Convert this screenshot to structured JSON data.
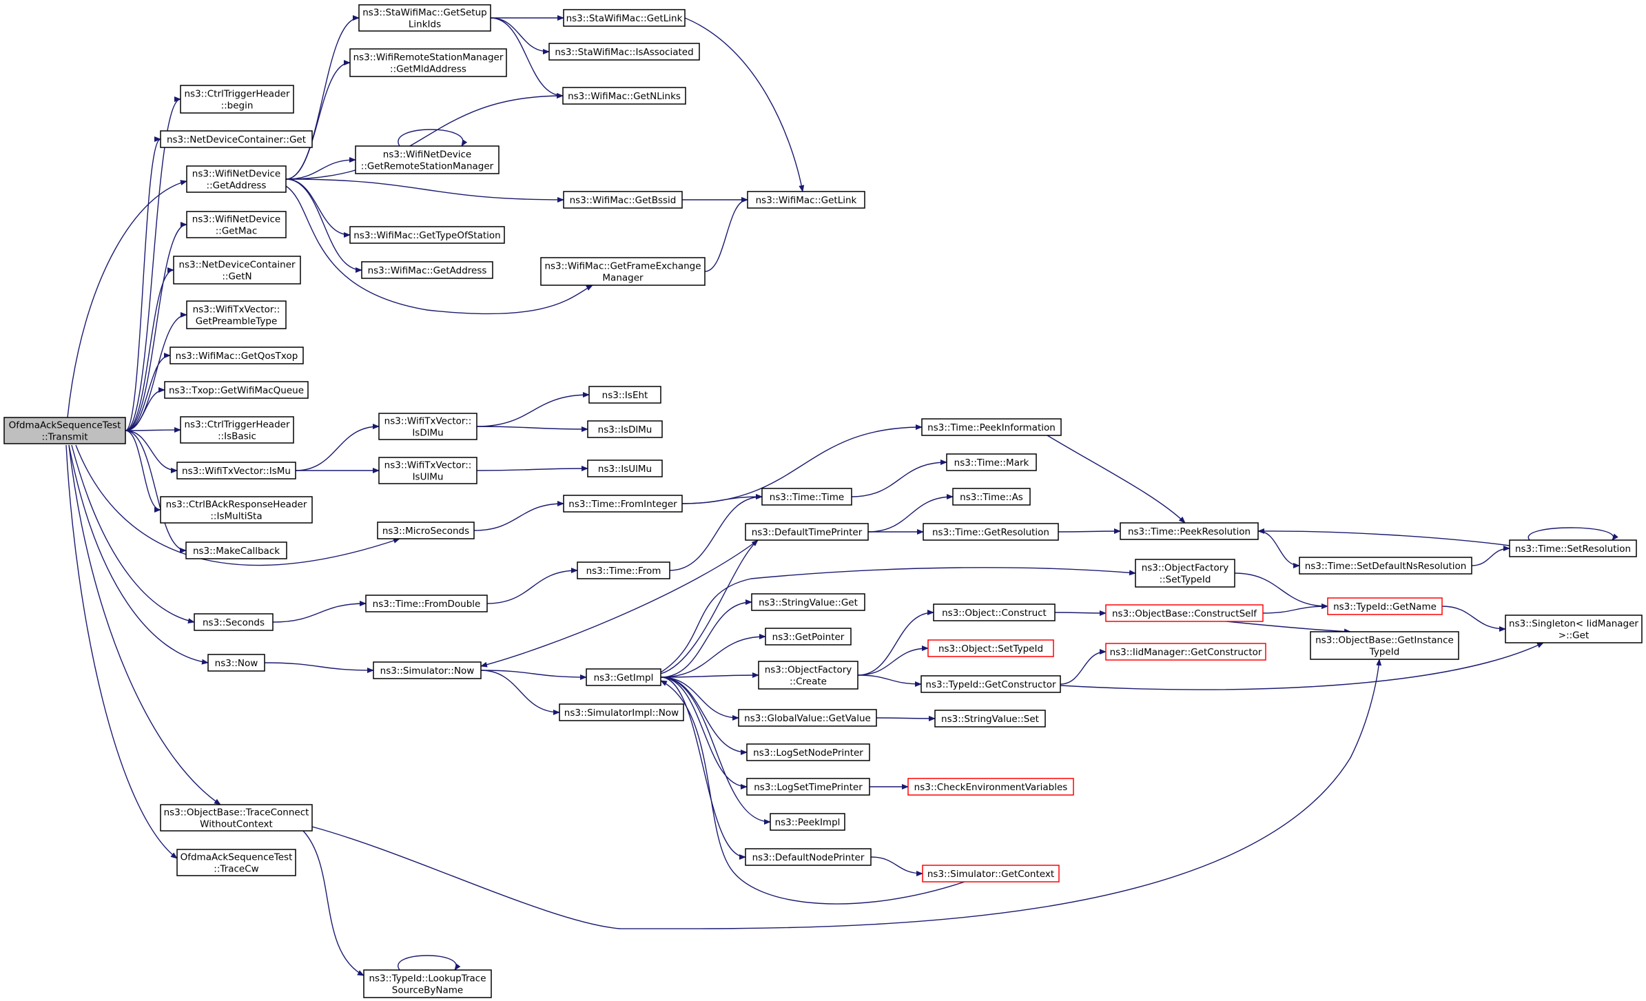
{
  "diagram": {
    "title": "",
    "nodes": [
      {
        "id": "root",
        "lines": [
          "OfdmaAckSequenceTest",
          "::Transmit"
        ],
        "style": "root"
      },
      {
        "id": "ctrl_begin",
        "lines": [
          "ns3::CtrlTriggerHeader",
          "::begin"
        ]
      },
      {
        "id": "ndc_get",
        "lines": [
          "ns3::NetDeviceContainer::Get"
        ]
      },
      {
        "id": "wnd_getaddress",
        "lines": [
          "ns3::WifiNetDevice",
          "::GetAddress"
        ]
      },
      {
        "id": "wnd_getmac",
        "lines": [
          "ns3::WifiNetDevice",
          "::GetMac"
        ]
      },
      {
        "id": "ndc_getn",
        "lines": [
          "ns3::NetDeviceContainer",
          "::GetN"
        ]
      },
      {
        "id": "txv_preamble",
        "lines": [
          "ns3::WifiTxVector::",
          "GetPreambleType"
        ]
      },
      {
        "id": "mac_qostxop",
        "lines": [
          "ns3::WifiMac::GetQosTxop"
        ]
      },
      {
        "id": "txop_queue",
        "lines": [
          "ns3::Txop::GetWifiMacQueue"
        ]
      },
      {
        "id": "ctrl_isbasic",
        "lines": [
          "ns3::CtrlTriggerHeader",
          "::IsBasic"
        ]
      },
      {
        "id": "txv_ismu",
        "lines": [
          "ns3::WifiTxVector::IsMu"
        ]
      },
      {
        "id": "back_multista",
        "lines": [
          "ns3::CtrlBAckResponseHeader",
          "::IsMultiSta"
        ]
      },
      {
        "id": "makecallback",
        "lines": [
          "ns3::MakeCallback"
        ]
      },
      {
        "id": "microseconds",
        "lines": [
          "ns3::MicroSeconds"
        ]
      },
      {
        "id": "seconds",
        "lines": [
          "ns3::Seconds"
        ]
      },
      {
        "id": "now",
        "lines": [
          "ns3::Now"
        ]
      },
      {
        "id": "traceconnect",
        "lines": [
          "ns3::ObjectBase::TraceConnect",
          "WithoutContext"
        ]
      },
      {
        "id": "tracecw",
        "lines": [
          "OfdmaAckSequenceTest",
          "::TraceCw"
        ]
      },
      {
        "id": "sta_setuplinkids",
        "lines": [
          "ns3::StaWifiMac::GetSetup",
          "LinkIds"
        ]
      },
      {
        "id": "rsm_getmld",
        "lines": [
          "ns3::WifiRemoteStationManager",
          "::GetMldAddress"
        ]
      },
      {
        "id": "wnd_getrsm",
        "lines": [
          "ns3::WifiNetDevice",
          "::GetRemoteStationManager"
        ]
      },
      {
        "id": "mac_typeofstation",
        "lines": [
          "ns3::WifiMac::GetTypeOfStation"
        ]
      },
      {
        "id": "mac_getaddress",
        "lines": [
          "ns3::WifiMac::GetAddress"
        ]
      },
      {
        "id": "sta_getlink",
        "lines": [
          "ns3::StaWifiMac::GetLink"
        ]
      },
      {
        "id": "sta_isassociated",
        "lines": [
          "ns3::StaWifiMac::IsAssociated"
        ]
      },
      {
        "id": "mac_getnlinks",
        "lines": [
          "ns3::WifiMac::GetNLinks"
        ]
      },
      {
        "id": "mac_getbssid",
        "lines": [
          "ns3::WifiMac::GetBssid"
        ]
      },
      {
        "id": "mac_getlink",
        "lines": [
          "ns3::WifiMac::GetLink"
        ]
      },
      {
        "id": "mac_getfem",
        "lines": [
          "ns3::WifiMac::GetFrameExchange",
          "Manager"
        ]
      },
      {
        "id": "txv_isdlmu",
        "lines": [
          "ns3::WifiTxVector::",
          "IsDlMu"
        ]
      },
      {
        "id": "txv_isulmu",
        "lines": [
          "ns3::WifiTxVector::",
          "IsUlMu"
        ]
      },
      {
        "id": "iseht",
        "lines": [
          "ns3::IsEht"
        ]
      },
      {
        "id": "isdlmu",
        "lines": [
          "ns3::IsDlMu"
        ]
      },
      {
        "id": "isulmu",
        "lines": [
          "ns3::IsUlMu"
        ]
      },
      {
        "id": "time_frominteger",
        "lines": [
          "ns3::Time::FromInteger"
        ]
      },
      {
        "id": "time_fromdouble",
        "lines": [
          "ns3::Time::FromDouble"
        ]
      },
      {
        "id": "time_from",
        "lines": [
          "ns3::Time::From"
        ]
      },
      {
        "id": "time_time",
        "lines": [
          "ns3::Time::Time"
        ]
      },
      {
        "id": "time_peekinfo",
        "lines": [
          "ns3::Time::PeekInformation"
        ]
      },
      {
        "id": "time_mark",
        "lines": [
          "ns3::Time::Mark"
        ]
      },
      {
        "id": "time_as",
        "lines": [
          "ns3::Time::As"
        ]
      },
      {
        "id": "time_getres",
        "lines": [
          "ns3::Time::GetResolution"
        ]
      },
      {
        "id": "time_peekres",
        "lines": [
          "ns3::Time::PeekResolution"
        ]
      },
      {
        "id": "time_setdefaultns",
        "lines": [
          "ns3::Time::SetDefaultNsResolution"
        ]
      },
      {
        "id": "time_setres",
        "lines": [
          "ns3::Time::SetResolution"
        ]
      },
      {
        "id": "defaulttimeprinter",
        "lines": [
          "ns3::DefaultTimePrinter"
        ]
      },
      {
        "id": "simulator_now",
        "lines": [
          "ns3::Simulator::Now"
        ]
      },
      {
        "id": "getimpl",
        "lines": [
          "ns3::GetImpl"
        ]
      },
      {
        "id": "simimpl_now",
        "lines": [
          "ns3::SimulatorImpl::Now"
        ]
      },
      {
        "id": "stringvalue_get",
        "lines": [
          "ns3::StringValue::Get"
        ]
      },
      {
        "id": "getpointer",
        "lines": [
          "ns3::GetPointer"
        ]
      },
      {
        "id": "of_create",
        "lines": [
          "ns3::ObjectFactory",
          "::Create"
        ]
      },
      {
        "id": "gv_getvalue",
        "lines": [
          "ns3::GlobalValue::GetValue"
        ]
      },
      {
        "id": "logsetnodeprinter",
        "lines": [
          "ns3::LogSetNodePrinter"
        ]
      },
      {
        "id": "logsettimeprinter",
        "lines": [
          "ns3::LogSetTimePrinter"
        ]
      },
      {
        "id": "peekimpl",
        "lines": [
          "ns3::PeekImpl"
        ]
      },
      {
        "id": "defaultnodeprinter",
        "lines": [
          "ns3::DefaultNodePrinter"
        ]
      },
      {
        "id": "object_construct",
        "lines": [
          "ns3::Object::Construct"
        ]
      },
      {
        "id": "object_settypeid",
        "lines": [
          "ns3::Object::SetTypeId"
        ],
        "style": "red"
      },
      {
        "id": "typeid_getctor",
        "lines": [
          "ns3::TypeId::GetConstructor"
        ]
      },
      {
        "id": "stringvalue_set",
        "lines": [
          "ns3::StringValue::Set"
        ]
      },
      {
        "id": "checkenv",
        "lines": [
          "ns3::CheckEnvironmentVariables"
        ],
        "style": "red"
      },
      {
        "id": "simulator_getcontext",
        "lines": [
          "ns3::Simulator::GetContext"
        ],
        "style": "red"
      },
      {
        "id": "of_settypeid",
        "lines": [
          "ns3::ObjectFactory",
          "::SetTypeId"
        ]
      },
      {
        "id": "ob_constructself",
        "lines": [
          "ns3::ObjectBase::ConstructSelf"
        ],
        "style": "red"
      },
      {
        "id": "iid_getctor",
        "lines": [
          "ns3::IidManager::GetConstructor"
        ],
        "style": "red"
      },
      {
        "id": "typeid_getname",
        "lines": [
          "ns3::TypeId::GetName"
        ],
        "style": "red"
      },
      {
        "id": "ob_getinstance",
        "lines": [
          "ns3::ObjectBase::GetInstance",
          "TypeId"
        ]
      },
      {
        "id": "singleton_get",
        "lines": [
          "ns3::Singleton< IidManager",
          ">::Get"
        ]
      },
      {
        "id": "lookuptrace",
        "lines": [
          "ns3::TypeId::LookupTrace",
          "SourceByName"
        ]
      }
    ],
    "edges": [
      [
        "root",
        "ctrl_begin"
      ],
      [
        "root",
        "ndc_get"
      ],
      [
        "root",
        "wnd_getaddress"
      ],
      [
        "root",
        "wnd_getmac"
      ],
      [
        "root",
        "ndc_getn"
      ],
      [
        "root",
        "txv_preamble"
      ],
      [
        "root",
        "mac_qostxop"
      ],
      [
        "root",
        "txop_queue"
      ],
      [
        "root",
        "ctrl_isbasic"
      ],
      [
        "root",
        "txv_ismu"
      ],
      [
        "root",
        "back_multista"
      ],
      [
        "root",
        "makecallback"
      ],
      [
        "root",
        "microseconds"
      ],
      [
        "root",
        "seconds"
      ],
      [
        "root",
        "now"
      ],
      [
        "root",
        "traceconnect"
      ],
      [
        "root",
        "tracecw"
      ],
      [
        "wnd_getaddress",
        "sta_setuplinkids"
      ],
      [
        "wnd_getaddress",
        "rsm_getmld"
      ],
      [
        "wnd_getaddress",
        "mac_getnlinks"
      ],
      [
        "wnd_getaddress",
        "wnd_getrsm"
      ],
      [
        "wnd_getaddress",
        "mac_getbssid"
      ],
      [
        "wnd_getaddress",
        "mac_typeofstation"
      ],
      [
        "wnd_getaddress",
        "mac_getaddress"
      ],
      [
        "wnd_getaddress",
        "mac_getfem"
      ],
      [
        "sta_setuplinkids",
        "sta_getlink"
      ],
      [
        "sta_setuplinkids",
        "sta_isassociated"
      ],
      [
        "sta_setuplinkids",
        "mac_getnlinks"
      ],
      [
        "sta_getlink",
        "mac_getlink"
      ],
      [
        "mac_getbssid",
        "mac_getlink"
      ],
      [
        "mac_getfem",
        "mac_getlink"
      ],
      [
        "wnd_getrsm",
        "wnd_getrsm"
      ],
      [
        "txv_ismu",
        "txv_isdlmu"
      ],
      [
        "txv_ismu",
        "txv_isulmu"
      ],
      [
        "txv_isdlmu",
        "iseht"
      ],
      [
        "txv_isdlmu",
        "isdlmu"
      ],
      [
        "txv_isulmu",
        "isulmu"
      ],
      [
        "microseconds",
        "time_frominteger"
      ],
      [
        "time_frominteger",
        "time_peekinfo"
      ],
      [
        "time_frominteger",
        "time_time"
      ],
      [
        "time_time",
        "time_mark"
      ],
      [
        "time_peekinfo",
        "time_peekres"
      ],
      [
        "seconds",
        "time_fromdouble"
      ],
      [
        "time_fromdouble",
        "time_from"
      ],
      [
        "time_from",
        "time_time"
      ],
      [
        "now",
        "simulator_now"
      ],
      [
        "simulator_now",
        "getimpl"
      ],
      [
        "simulator_now",
        "simimpl_now"
      ],
      [
        "defaulttimeprinter",
        "time_as"
      ],
      [
        "defaulttimeprinter",
        "time_getres"
      ],
      [
        "defaulttimeprinter",
        "simulator_now"
      ],
      [
        "time_getres",
        "time_peekres"
      ],
      [
        "time_peekres",
        "time_setdefaultns"
      ],
      [
        "time_setdefaultns",
        "time_setres"
      ],
      [
        "time_setres",
        "time_peekres"
      ],
      [
        "time_setres",
        "time_setres"
      ],
      [
        "getimpl",
        "defaulttimeprinter"
      ],
      [
        "getimpl",
        "of_settypeid"
      ],
      [
        "getimpl",
        "stringvalue_get"
      ],
      [
        "getimpl",
        "getpointer"
      ],
      [
        "getimpl",
        "of_create"
      ],
      [
        "getimpl",
        "gv_getvalue"
      ],
      [
        "getimpl",
        "logsetnodeprinter"
      ],
      [
        "getimpl",
        "logsettimeprinter"
      ],
      [
        "getimpl",
        "peekimpl"
      ],
      [
        "getimpl",
        "defaultnodeprinter"
      ],
      [
        "of_create",
        "object_construct"
      ],
      [
        "of_create",
        "object_settypeid"
      ],
      [
        "of_create",
        "typeid_getctor"
      ],
      [
        "object_construct",
        "ob_constructself"
      ],
      [
        "ob_constructself",
        "typeid_getname"
      ],
      [
        "ob_constructself",
        "ob_getinstance"
      ],
      [
        "of_settypeid",
        "typeid_getname"
      ],
      [
        "typeid_getname",
        "singleton_get"
      ],
      [
        "typeid_getctor",
        "iid_getctor"
      ],
      [
        "typeid_getctor",
        "singleton_get"
      ],
      [
        "gv_getvalue",
        "stringvalue_set"
      ],
      [
        "logsettimeprinter",
        "checkenv"
      ],
      [
        "defaultnodeprinter",
        "simulator_getcontext"
      ],
      [
        "simulator_getcontext",
        "getimpl"
      ],
      [
        "traceconnect",
        "lookuptrace"
      ],
      [
        "traceconnect",
        "ob_getinstance"
      ],
      [
        "lookuptrace",
        "lookuptrace"
      ]
    ]
  }
}
